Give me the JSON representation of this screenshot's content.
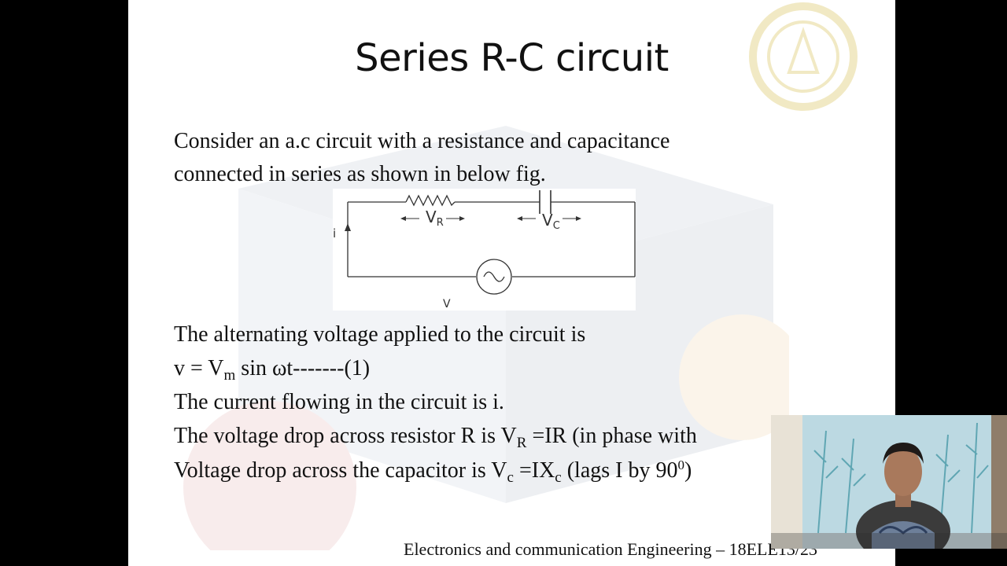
{
  "slide": {
    "title": "Series R-C circuit",
    "intro_line1": "Consider an a.c circuit with a resistance and capacitance",
    "intro_line2": "connected in series as shown in below fig.",
    "figure": {
      "label_vr_main": "V",
      "label_vr_sub": "R",
      "label_vc_main": "V",
      "label_vc_sub": "C",
      "label_i": "i",
      "label_v": "V"
    },
    "equations": {
      "line1": "The alternating voltage applied to the circuit is",
      "line2_pre": " v = V",
      "line2_sub": "m",
      "line2_post": " sin ωt-------(1)",
      "line3": "The current flowing in the circuit is i.",
      "line4_pre": "The voltage drop across resistor R is V",
      "line4_sub": "R",
      "line4_post": " =IR (in phase with",
      "line5_pre": "Voltage drop across the capacitor is V",
      "line5_sub1": "c",
      "line5_mid": " =IX",
      "line5_sub2": "c",
      "line5_post": " (lags I by 90",
      "line5_sup": "0",
      "line5_end": ")"
    },
    "footer": "Electronics and communication Engineering – 18ELE13/23"
  },
  "colors": {
    "background": "#000000",
    "slide": "#ffffff",
    "text": "#111111",
    "logo": "#d9c35a"
  }
}
